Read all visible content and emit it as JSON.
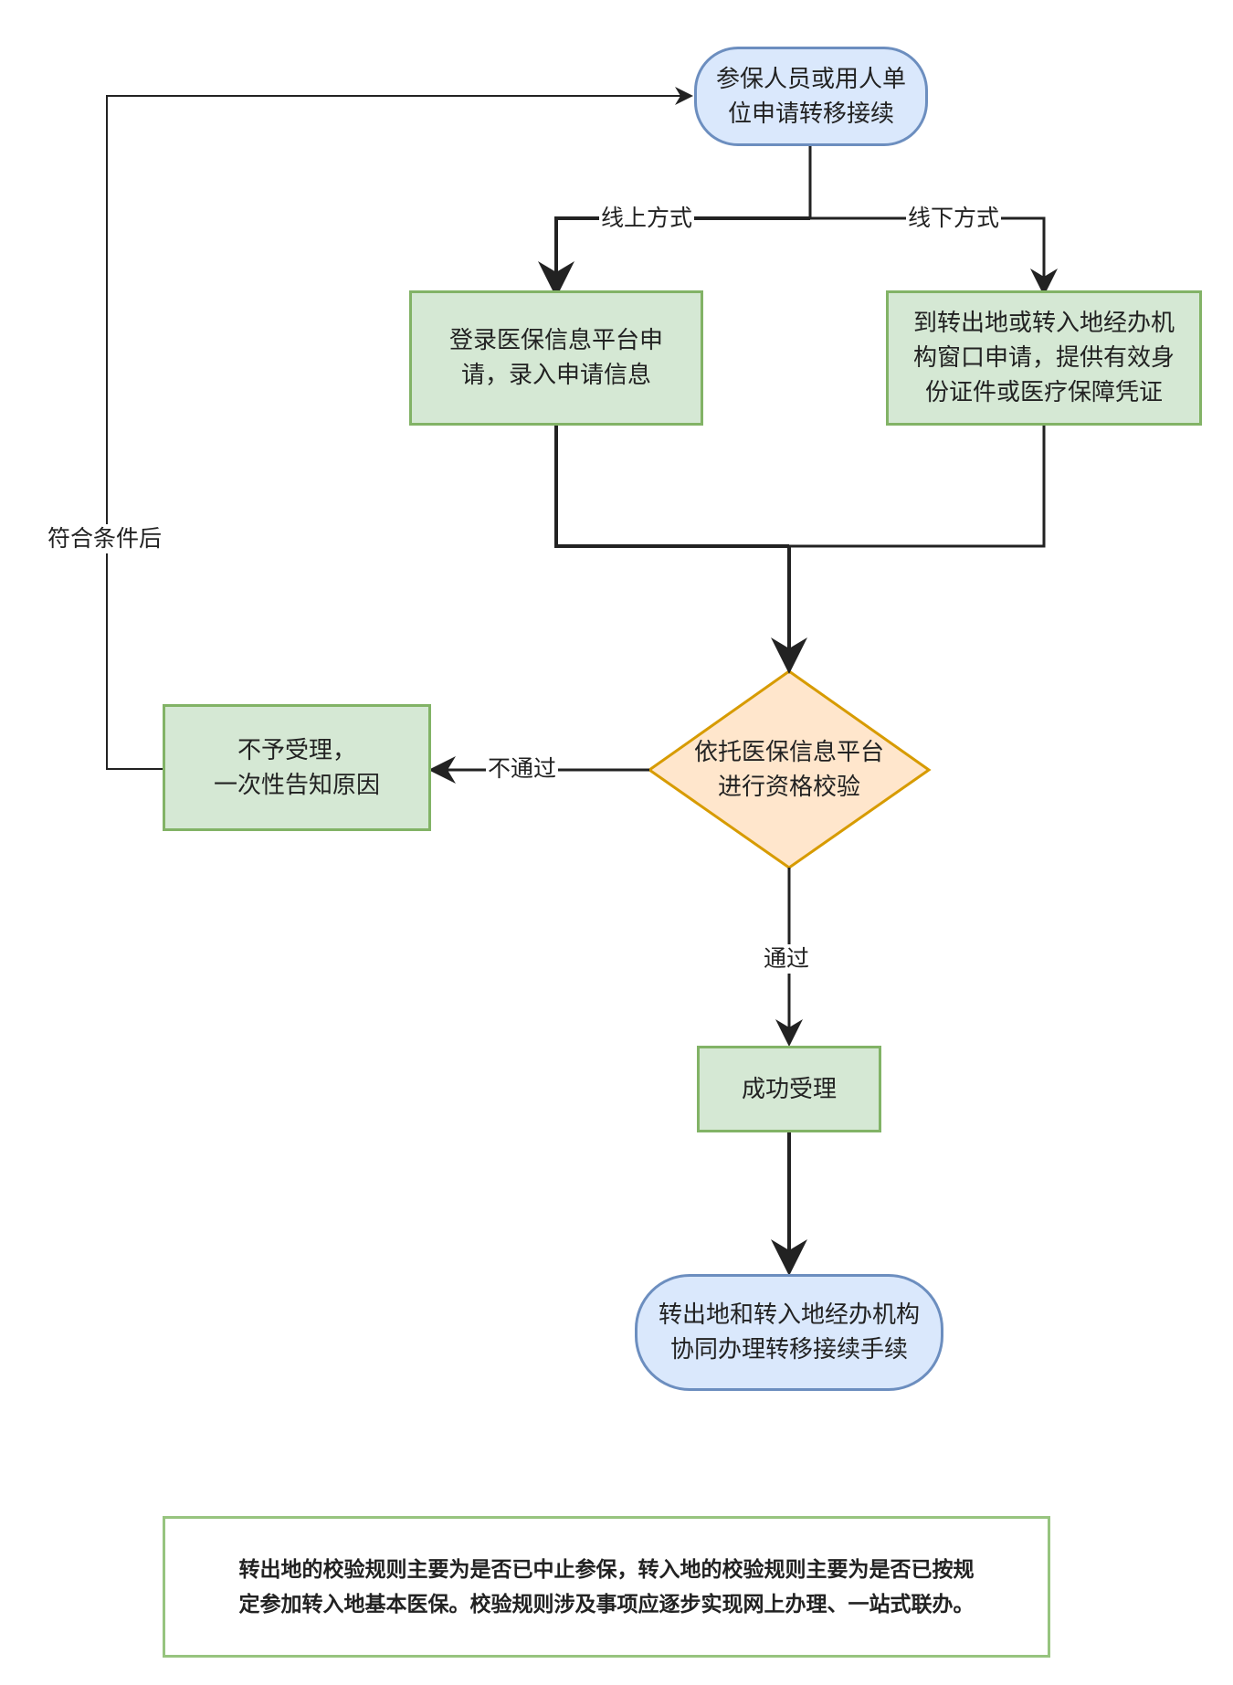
{
  "nodes": {
    "start": "参保人员或用人单\n位申请转移接续",
    "online_process": "登录医保信息平台申\n请，录入申请信息",
    "offline_process": "到转出地或转入地经办机\n构窗口申请，提供有效身\n份证件或医疗保障凭证",
    "check": "依托医保信息平台\n进行资格校验",
    "reject": "不予受理，\n一次性告知原因",
    "accept": "成功受理",
    "end": "转出地和转入地经办机构\n协同办理转移接续手续"
  },
  "edge_labels": {
    "online": "线上方式",
    "offline": "线下方式",
    "fail": "不通过",
    "pass": "通过",
    "retry": "符合条件后"
  },
  "note": "转出地的校验规则主要为是否已中止参保，转入地的校验规则主要为是否已按规\n定参加转入地基本医保。校验规则涉及事项应逐步实现网上办理、一站式联办。",
  "colors": {
    "terminal_fill": "#dae8fc",
    "terminal_stroke": "#6c8ebf",
    "process_fill": "#d5e8d4",
    "process_stroke": "#82b366",
    "decision_fill": "#ffe6cc",
    "decision_stroke": "#d79b00",
    "edge": "#222222"
  }
}
